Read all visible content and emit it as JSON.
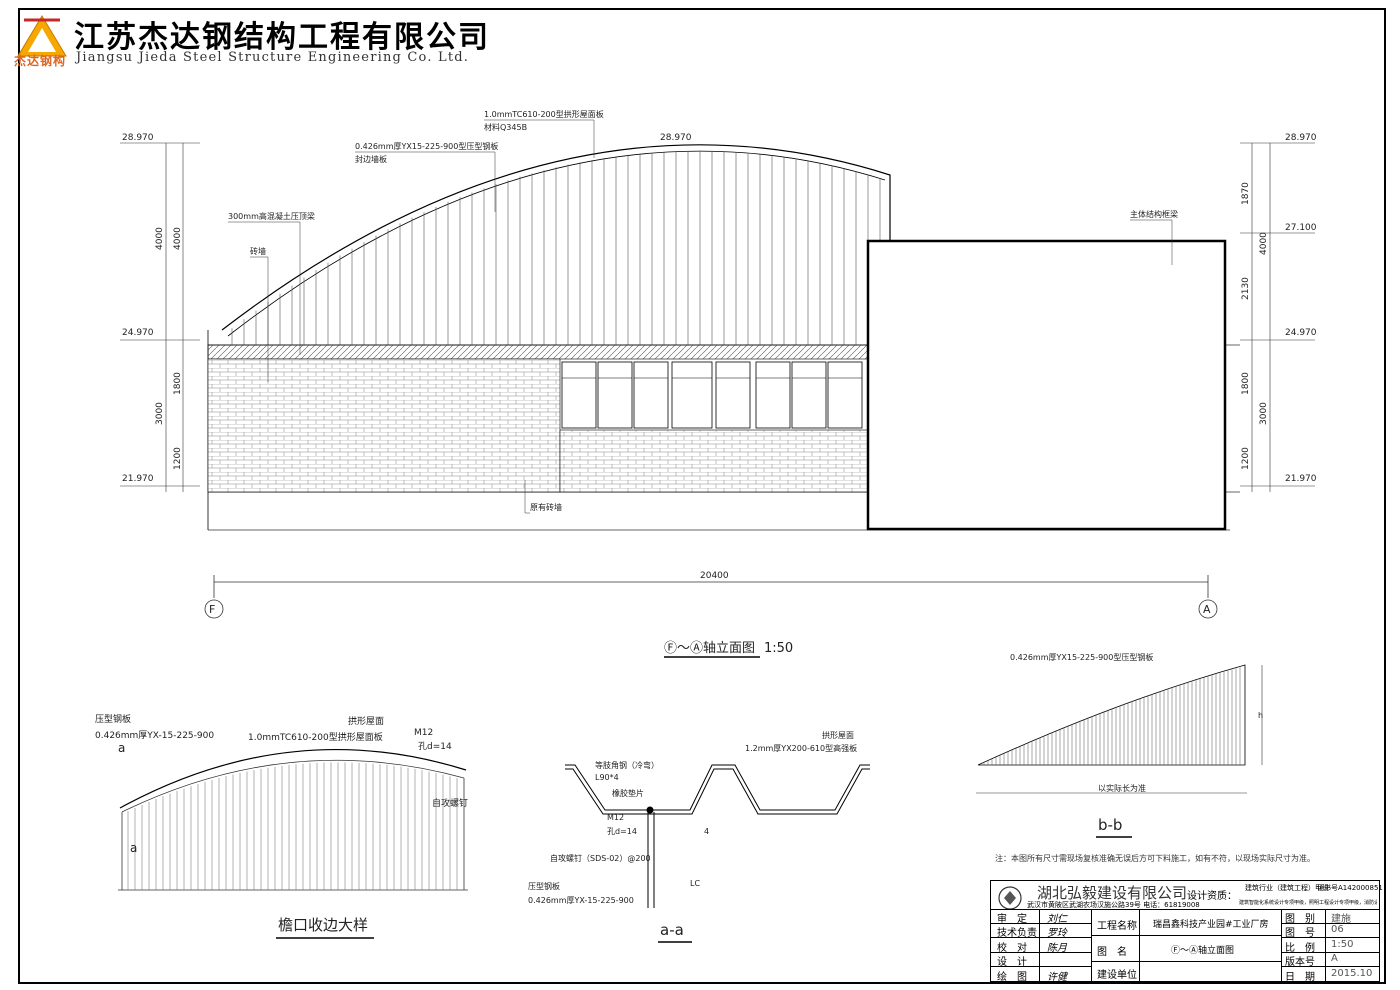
{
  "header": {
    "company_cn": "江苏杰达钢结构工程有限公司",
    "company_en": "Jiangsu Jieda Steel Structure Engineering Co. Ltd.",
    "logo_sub": "杰达钢构"
  },
  "elevation": {
    "title": "Ⓕ～Ⓐ轴立面图",
    "scale": "1:50",
    "levels": [
      "28.970",
      "24.970",
      "21.970",
      "27.100"
    ],
    "dims_left": [
      "4000",
      "4000",
      "1800",
      "3000",
      "1200"
    ],
    "dims_right": [
      "1870",
      "2130",
      "4000",
      "1800",
      "3000",
      "1200"
    ],
    "span": "20400",
    "axis_left": "F",
    "axis_right": "A",
    "labels": {
      "roof_panel": "1.0mmTC610-200型拱形屋面板",
      "roof_material": "材料Q345B",
      "wall_panel": "0.426mm厚YX15-225-900型压型钢板",
      "wall_panel_sub": "封边墙板",
      "beam": "300mm高混凝土压顶梁",
      "masonry": "砖墙",
      "existing_wall": "原有砖墙",
      "main_structure": "主体结构框梁"
    }
  },
  "detail_eave": {
    "title": "檐口收边大样",
    "labels": {
      "press_plate": "压型钢板",
      "wall_panel": "0.426mm厚YX-15-225-900",
      "roof_panel": "1.0mmTC610-200型拱形屋面板",
      "arch_roof": "拱形屋面",
      "bolt": "M12",
      "hole": "孔d=14",
      "screw": "自攻螺钉",
      "sec_a": "a"
    }
  },
  "detail_aa": {
    "title": "a-a",
    "labels": {
      "angle": "等肢角钢（冷弯）",
      "angle_size": "L90*4",
      "gasket": "橡胶垫片",
      "bolt": "M12",
      "hole": "孔d=14",
      "screw": "自攻螺钉（SDS-02）@200",
      "press_plate": "压型钢板",
      "wall_panel": "0.426mm厚YX-15-225-900",
      "arch_roof": "拱形屋面",
      "roof_plate": "1.2mm厚YX200-610型高强板",
      "dim4": "4",
      "lc": "LC"
    }
  },
  "detail_bb": {
    "title": "b-b",
    "labels": {
      "panel": "0.426mm厚YX15-225-900型压型钢板",
      "h": "h",
      "base": "以实际长为准"
    }
  },
  "note": "注：本图所有尺寸需现场复核准确无误后方可下料施工，如有不符，以现场实际尺寸为准。",
  "title_block": {
    "company": "湖北弘毅建设有限公司",
    "address": "武汉市黄陂区武湖农场汉施公路39号 电话：61819008",
    "design_qual_label": "设计资质：",
    "design_qual": "建筑行业（建筑工程）甲级",
    "cert": "证书号A142000851",
    "qual_note": "建筑智能化系统设计专项甲级，照明工程设计专项甲级，消防设施工程设计专项甲级",
    "rows": [
      {
        "label": "审　定",
        "sign": "刘仁"
      },
      {
        "label": "技术负责",
        "sign": "罗玲"
      },
      {
        "label": "校　对",
        "sign": "陈月"
      },
      {
        "label": "设　计",
        "sign": ""
      },
      {
        "label": "绘　图",
        "sign": "许健"
      }
    ],
    "project_label": "工程名称",
    "project": "瑞昌鑫科技产业园#工业厂房",
    "drawing_label": "图　名",
    "drawing": "Ⓕ～Ⓐ轴立面图",
    "client_label": "建设单位",
    "meta": [
      {
        "k": "图　别",
        "v": "建施"
      },
      {
        "k": "图　号",
        "v": "06"
      },
      {
        "k": "比　例",
        "v": "1:50"
      },
      {
        "k": "版本号",
        "v": "A"
      },
      {
        "k": "日　期",
        "v": "2015.10"
      }
    ]
  }
}
